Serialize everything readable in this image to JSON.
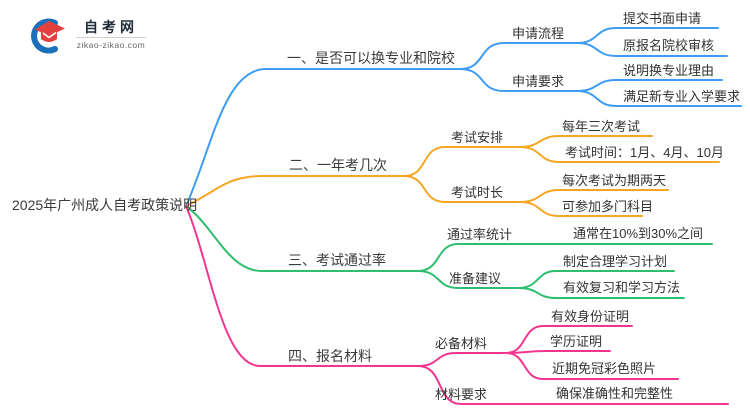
{
  "logo": {
    "title": "自考网",
    "url": "zikao-zikao.com"
  },
  "root": {
    "label": "2025年广州成人自考政策说明"
  },
  "colors": {
    "blue": "#3E9CF4",
    "orange": "#F5A623",
    "green": "#2EBE6E",
    "pink": "#F2368F"
  },
  "branches": [
    {
      "label": "一、是否可以换专业和院校",
      "color": "#3E9CF4",
      "children": [
        {
          "label": "申请流程",
          "items": [
            {
              "label": "提交书面申请"
            },
            {
              "label": "原报名院校审核"
            }
          ]
        },
        {
          "label": "申请要求",
          "items": [
            {
              "label": "说明换专业理由"
            },
            {
              "label": "满足新专业入学要求"
            }
          ]
        }
      ]
    },
    {
      "label": "二、一年考几次",
      "color": "#F5A623",
      "children": [
        {
          "label": "考试安排",
          "items": [
            {
              "label": "每年三次考试"
            },
            {
              "label": "考试时间：1月、4月、10月"
            }
          ]
        },
        {
          "label": "考试时长",
          "items": [
            {
              "label": "每次考试为期两天"
            },
            {
              "label": "可参加多门科目"
            }
          ]
        }
      ]
    },
    {
      "label": "三、考试通过率",
      "color": "#2EBE6E",
      "children": [
        {
          "label": "通过率统计",
          "items": [
            {
              "label": "通常在10%到30%之间"
            }
          ]
        },
        {
          "label": "准备建议",
          "items": [
            {
              "label": "制定合理学习计划"
            },
            {
              "label": "有效复习和学习方法"
            }
          ]
        }
      ]
    },
    {
      "label": "四、报名材料",
      "color": "#F2368F",
      "children": [
        {
          "label": "必备材料",
          "items": [
            {
              "label": "有效身份证明"
            },
            {
              "label": "学历证明"
            },
            {
              "label": "近期免冠彩色照片"
            }
          ]
        },
        {
          "label": "材料要求",
          "items": [
            {
              "label": "确保准确性和完整性"
            }
          ]
        }
      ]
    }
  ]
}
